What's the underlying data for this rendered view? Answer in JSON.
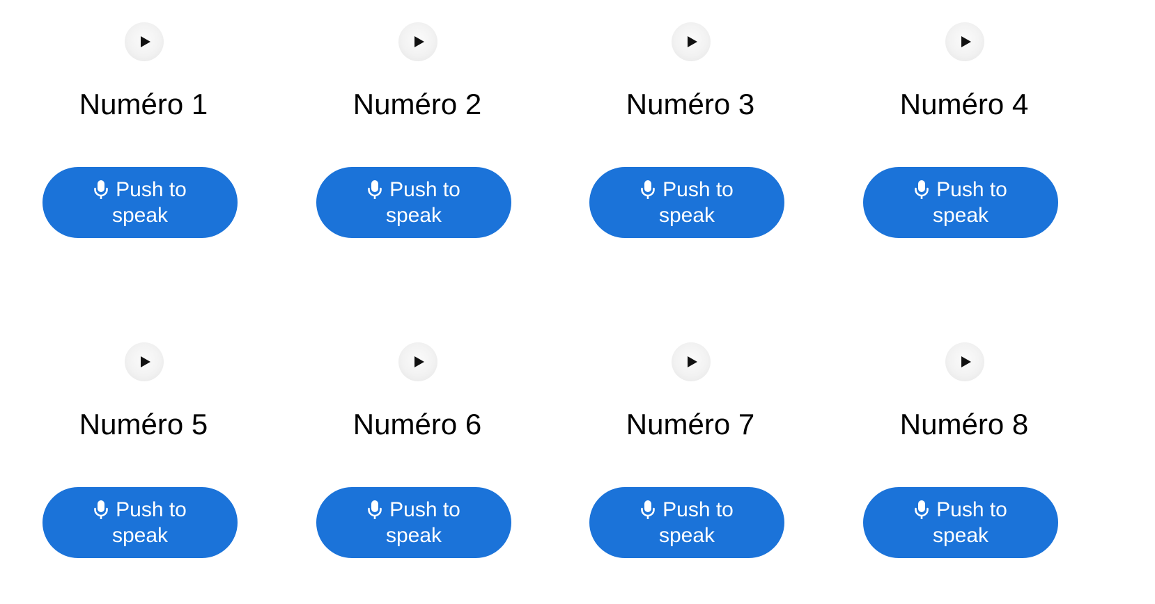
{
  "items": [
    {
      "label": "Numéro 1",
      "button_line1": "Push to",
      "button_line2": "speak"
    },
    {
      "label": "Numéro 2",
      "button_line1": "Push to",
      "button_line2": "speak"
    },
    {
      "label": "Numéro 3",
      "button_line1": "Push to",
      "button_line2": "speak"
    },
    {
      "label": "Numéro 4",
      "button_line1": "Push to",
      "button_line2": "speak"
    },
    {
      "label": "Numéro 5",
      "button_line1": "Push to",
      "button_line2": "speak"
    },
    {
      "label": "Numéro 6",
      "button_line1": "Push to",
      "button_line2": "speak"
    },
    {
      "label": "Numéro 7",
      "button_line1": "Push to",
      "button_line2": "speak"
    },
    {
      "label": "Numéro 8",
      "button_line1": "Push to",
      "button_line2": "speak"
    }
  ],
  "icons": {
    "play": "play-icon",
    "mic": "microphone-icon"
  },
  "colors": {
    "button_bg": "#1b73d9",
    "button_text": "#ffffff",
    "label_text": "#000000"
  }
}
